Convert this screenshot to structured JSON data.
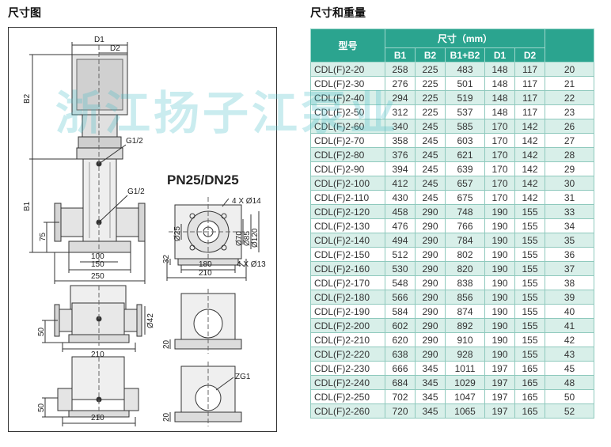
{
  "headings": {
    "left": "尺寸图",
    "right": "尺寸和重量"
  },
  "watermark": "浙江扬子江泵业",
  "drawing": {
    "pressure_label": "PN25/DN25",
    "labels": {
      "d1": "D1",
      "d2": "D2",
      "b1": "B1",
      "b2": "B2",
      "g12_top": "G1/2",
      "g12_mid": "G1/2",
      "v75": "75",
      "w100": "100",
      "w150": "150",
      "w250": "250",
      "bolts14": "4 X Ø14",
      "dia25": "Ø25",
      "dia70": "Ø70",
      "dia85": "Ø85",
      "dia120": "Ø120",
      "v32": "32",
      "w180": "180",
      "w210a": "210",
      "bolts13": "4 X Ø13",
      "v50a": "50",
      "dia42": "Ø42",
      "w210b": "210",
      "v20a": "20",
      "v50b": "50",
      "w210c": "210",
      "zg1": "ZG1",
      "v20b": "20"
    }
  },
  "table": {
    "header_model": "型号",
    "header_dims": "尺寸（mm）",
    "sub_headers": [
      "B1",
      "B2",
      "B1+B2",
      "D1",
      "D2"
    ],
    "rows": [
      [
        "CDL(F)2-20",
        "258",
        "225",
        "483",
        "148",
        "117",
        "20"
      ],
      [
        "CDL(F)2-30",
        "276",
        "225",
        "501",
        "148",
        "117",
        "21"
      ],
      [
        "CDL(F)2-40",
        "294",
        "225",
        "519",
        "148",
        "117",
        "22"
      ],
      [
        "CDL(F)2-50",
        "312",
        "225",
        "537",
        "148",
        "117",
        "23"
      ],
      [
        "CDL(F)2-60",
        "340",
        "245",
        "585",
        "170",
        "142",
        "26"
      ],
      [
        "CDL(F)2-70",
        "358",
        "245",
        "603",
        "170",
        "142",
        "27"
      ],
      [
        "CDL(F)2-80",
        "376",
        "245",
        "621",
        "170",
        "142",
        "28"
      ],
      [
        "CDL(F)2-90",
        "394",
        "245",
        "639",
        "170",
        "142",
        "29"
      ],
      [
        "CDL(F)2-100",
        "412",
        "245",
        "657",
        "170",
        "142",
        "30"
      ],
      [
        "CDL(F)2-110",
        "430",
        "245",
        "675",
        "170",
        "142",
        "31"
      ],
      [
        "CDL(F)2-120",
        "458",
        "290",
        "748",
        "190",
        "155",
        "33"
      ],
      [
        "CDL(F)2-130",
        "476",
        "290",
        "766",
        "190",
        "155",
        "34"
      ],
      [
        "CDL(F)2-140",
        "494",
        "290",
        "784",
        "190",
        "155",
        "35"
      ],
      [
        "CDL(F)2-150",
        "512",
        "290",
        "802",
        "190",
        "155",
        "36"
      ],
      [
        "CDL(F)2-160",
        "530",
        "290",
        "820",
        "190",
        "155",
        "37"
      ],
      [
        "CDL(F)2-170",
        "548",
        "290",
        "838",
        "190",
        "155",
        "38"
      ],
      [
        "CDL(F)2-180",
        "566",
        "290",
        "856",
        "190",
        "155",
        "39"
      ],
      [
        "CDL(F)2-190",
        "584",
        "290",
        "874",
        "190",
        "155",
        "40"
      ],
      [
        "CDL(F)2-200",
        "602",
        "290",
        "892",
        "190",
        "155",
        "41"
      ],
      [
        "CDL(F)2-210",
        "620",
        "290",
        "910",
        "190",
        "155",
        "42"
      ],
      [
        "CDL(F)2-220",
        "638",
        "290",
        "928",
        "190",
        "155",
        "43"
      ],
      [
        "CDL(F)2-230",
        "666",
        "345",
        "1011",
        "197",
        "165",
        "45"
      ],
      [
        "CDL(F)2-240",
        "684",
        "345",
        "1029",
        "197",
        "165",
        "48"
      ],
      [
        "CDL(F)2-250",
        "702",
        "345",
        "1047",
        "197",
        "165",
        "50"
      ],
      [
        "CDL(F)2-260",
        "720",
        "345",
        "1065",
        "197",
        "165",
        "52"
      ]
    ]
  }
}
